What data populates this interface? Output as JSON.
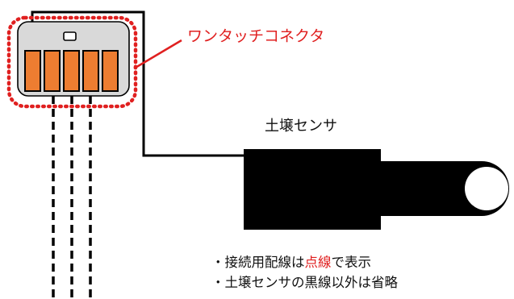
{
  "labels": {
    "connector": "ワンタッチコネクタ",
    "sensor": "土壌センサ"
  },
  "notes": [
    {
      "bullet": "・",
      "segments": [
        {
          "text": "接続用配線は",
          "emphasis": false
        },
        {
          "text": "点線",
          "emphasis": true
        },
        {
          "text": "で表示",
          "emphasis": false
        }
      ]
    },
    {
      "bullet": "・",
      "segments": [
        {
          "text": "土壌センサの黒線以外は省略",
          "emphasis": false
        }
      ]
    }
  ],
  "colors": {
    "connector_body": "#d9d9d9",
    "terminal": "#ed7d31",
    "highlight": "#e02020",
    "sensor": "#000000",
    "wire": "#000000",
    "emphasis_text": "#e02020"
  }
}
